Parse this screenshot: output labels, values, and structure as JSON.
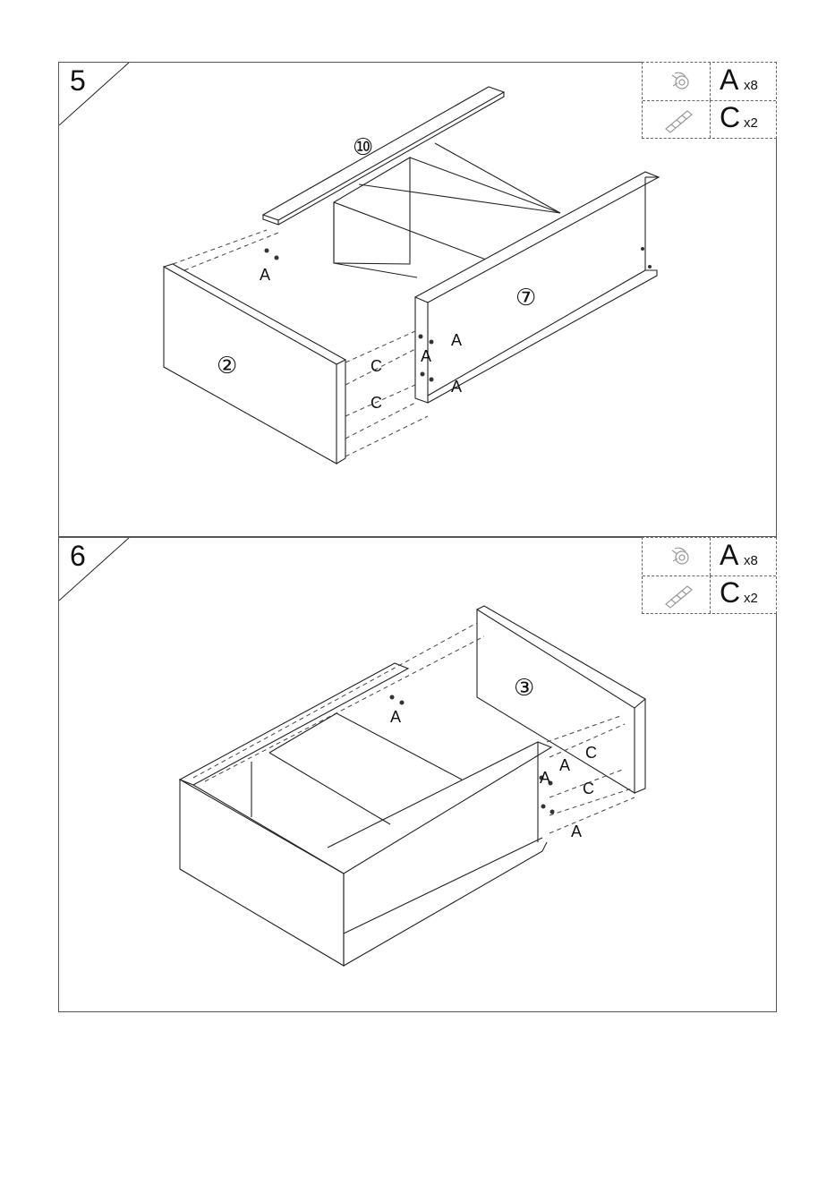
{
  "steps": [
    {
      "number": "5",
      "parts": [
        {
          "letter": "A",
          "qty": "x8",
          "icon": "cam-lock-icon"
        },
        {
          "letter": "C",
          "qty": "x2",
          "icon": "wooden-dowel-icon"
        }
      ],
      "panel_labels": [
        "⑩",
        "⑦",
        "②"
      ],
      "hardware_labels": [
        "A",
        "A",
        "A",
        "A",
        "C",
        "C"
      ]
    },
    {
      "number": "6",
      "parts": [
        {
          "letter": "A",
          "qty": "x8",
          "icon": "cam-lock-icon"
        },
        {
          "letter": "C",
          "qty": "x2",
          "icon": "wooden-dowel-icon"
        }
      ],
      "panel_labels": [
        "③"
      ],
      "hardware_labels": [
        "A",
        "A",
        "A",
        "A",
        "C",
        "C"
      ]
    }
  ]
}
